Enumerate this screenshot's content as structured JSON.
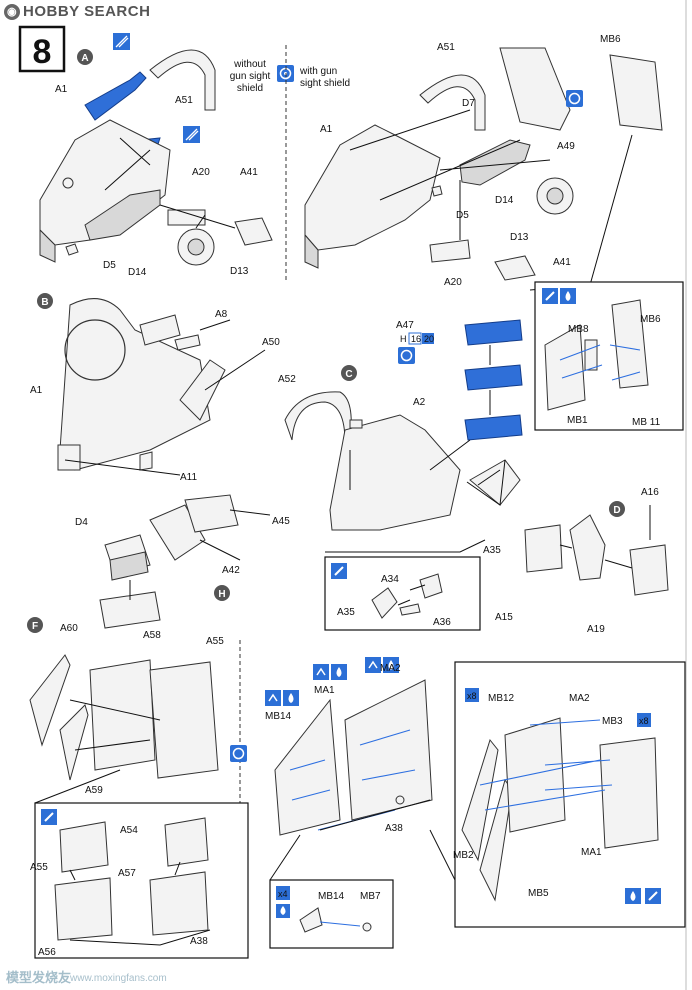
{
  "header": {
    "site": "HOBBY SEARCH"
  },
  "step": {
    "number": "8"
  },
  "legend": {
    "without": "without\ngun sight\nshield",
    "with": "with gun\nsight shield"
  },
  "sections": {
    "A": "A",
    "B": "B",
    "C": "C",
    "D": "D",
    "F": "F",
    "H": "H"
  },
  "labels": {
    "a_left": [
      "A1",
      "A51",
      "A20",
      "A41",
      "D5",
      "D14",
      "D13"
    ],
    "a_right": [
      "A51",
      "MB6",
      "A1",
      "D7",
      "A49",
      "D5",
      "D14",
      "D13",
      "A20",
      "A41"
    ],
    "b": [
      "A8",
      "A50",
      "A52",
      "A1",
      "A11"
    ],
    "c": [
      "A47",
      "A2",
      "A35",
      "A34",
      "A36"
    ],
    "mb": [
      "MB8",
      "MB6",
      "MB1",
      "MB 11"
    ],
    "d": [
      "A16",
      "A15",
      "A19"
    ],
    "h": [
      "D4",
      "A45",
      "A42",
      "A58"
    ],
    "f": [
      "A60",
      "A55",
      "A59",
      "A54",
      "A57",
      "A56",
      "A38"
    ],
    "ma": [
      "MA1",
      "MA2",
      "MB14",
      "A38",
      "MB7",
      "MB12",
      "MB3",
      "MB2",
      "MB5"
    ]
  },
  "counts": {
    "x8": "x8",
    "x4": "x4",
    "num16": "16",
    "num20": "20"
  },
  "watermark": {
    "text": "模型发烧友",
    "url": "www.moxingfans.com"
  },
  "icon_color": "#2c6fd6",
  "part_blue": "#2f6fd8"
}
